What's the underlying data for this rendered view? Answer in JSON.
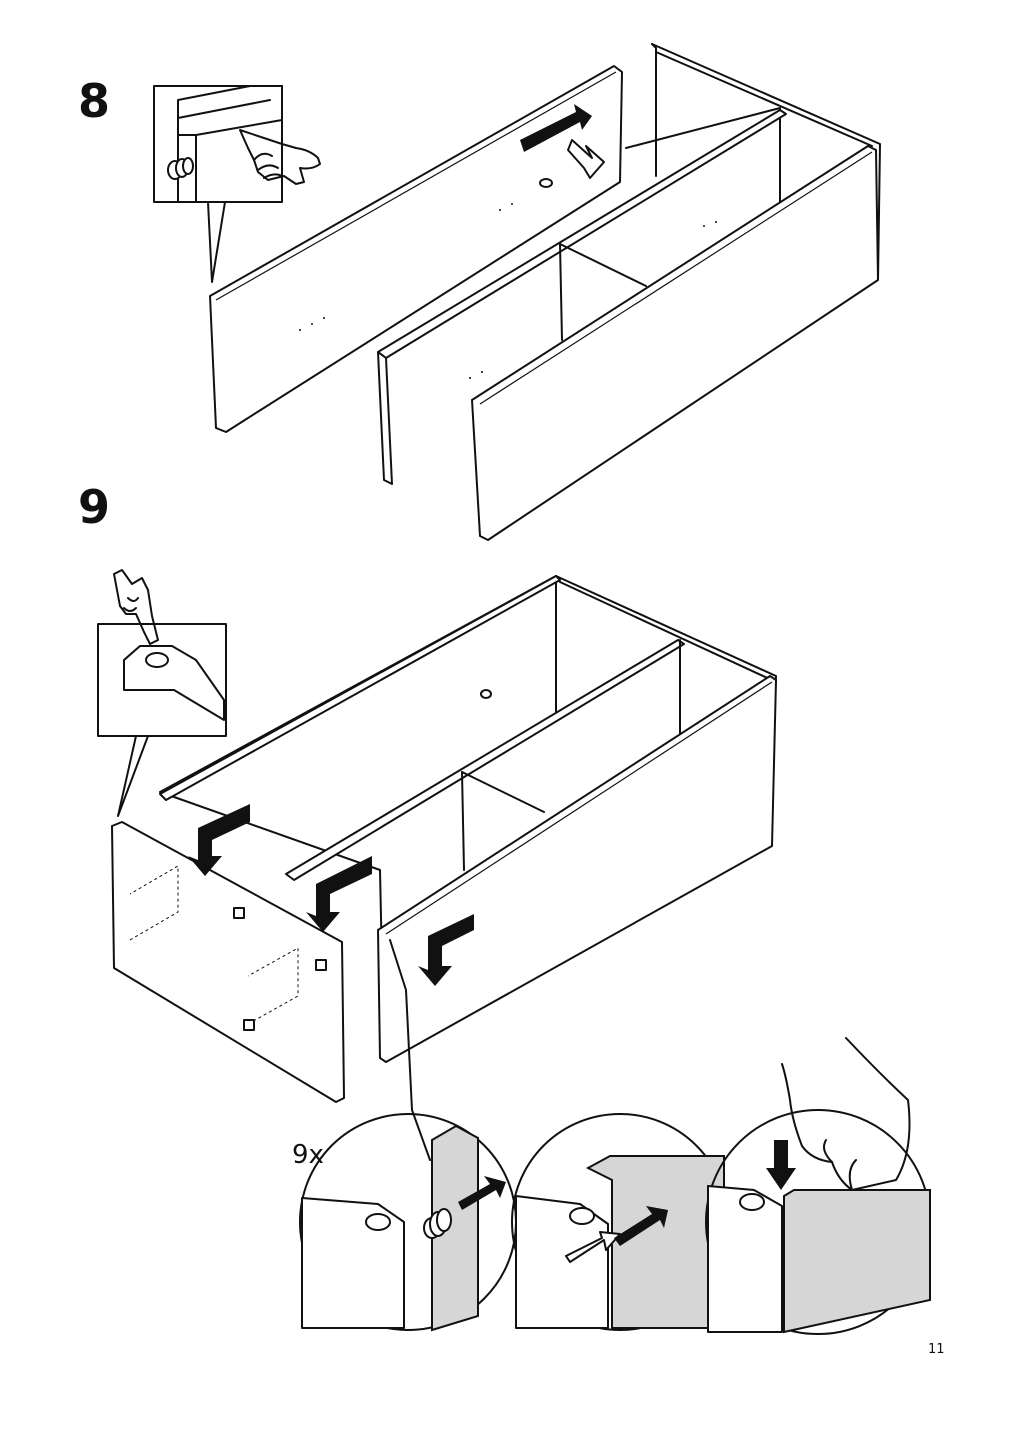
{
  "steps": [
    {
      "number": "8"
    },
    {
      "number": "9"
    }
  ],
  "quantity_label": "9x",
  "page_number": "11",
  "icons": [
    "pointing-hand-icon",
    "finger-press-icon",
    "hand-press-icon",
    "push-arrow-icon",
    "down-arrow-icon"
  ]
}
